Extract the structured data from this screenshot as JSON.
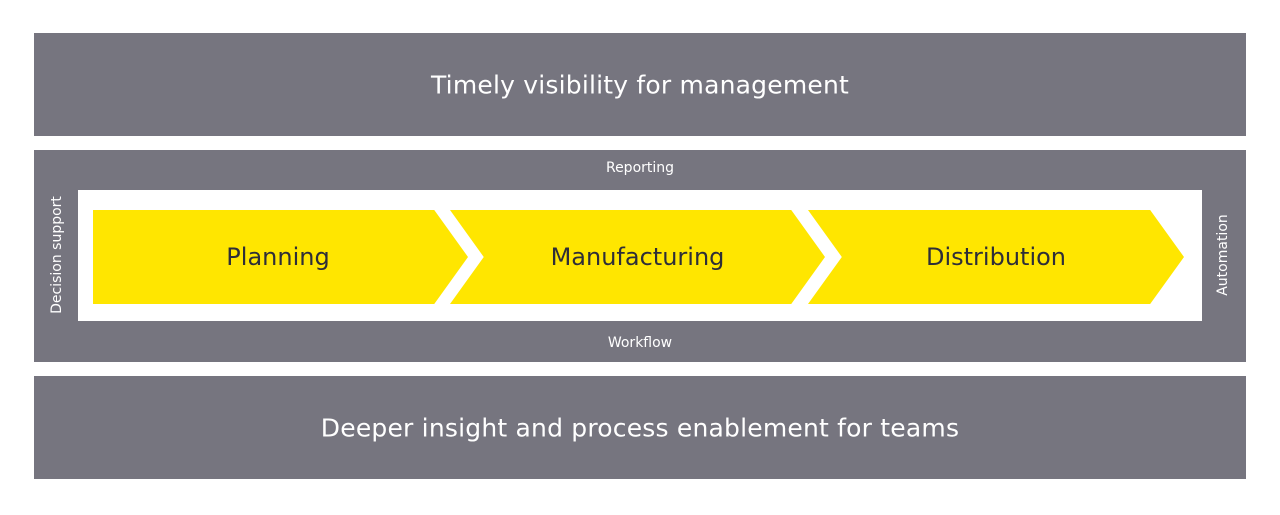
{
  "top_band": {
    "title": "Timely visibility for management"
  },
  "middle_band": {
    "top_label": "Reporting",
    "bottom_label": "Workflow",
    "left_label": "Decision support",
    "right_label": "Automation",
    "steps": [
      {
        "label": "Planning"
      },
      {
        "label": "Manufacturing"
      },
      {
        "label": "Distribution"
      }
    ]
  },
  "bottom_band": {
    "title": "Deeper insight and process enablement for teams"
  },
  "colors": {
    "band": "#76757f",
    "chevron": "#ffe600",
    "chevron_text": "#2e2e38",
    "band_text": "#ffffff"
  }
}
